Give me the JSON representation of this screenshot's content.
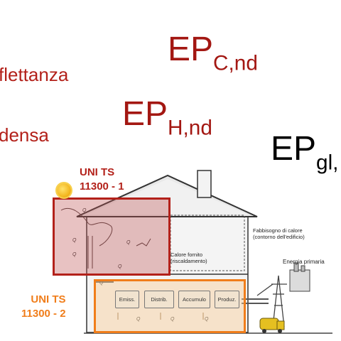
{
  "texts": {
    "flettanza": "flettanza",
    "densa": "densa"
  },
  "indicators": {
    "ep_c": {
      "base": "EP",
      "sub": "C,nd"
    },
    "ep_h": {
      "base": "EP",
      "sub": "H,nd"
    },
    "ep_gl": {
      "base": "EP",
      "sub": "gl,"
    }
  },
  "standards": {
    "part1": {
      "line1": "UNI TS",
      "line2": "11300 - 1"
    },
    "part2": {
      "line1": "UNI TS",
      "line2": "11300 - 2"
    }
  },
  "labels": {
    "fabbisogno_1": "Fabbisogno di calore",
    "fabbisogno_2": "(contorno dell'edificio)",
    "calore_1": "Calore fornito",
    "calore_2": "(riscaldamento)",
    "energia": "Energia primaria"
  },
  "components": {
    "emiss": "Emiss.",
    "distrib": "Distrib.",
    "accumulo": "Accumulo",
    "produz": "Produz."
  },
  "heat_symbols": [
    "Q",
    "Q",
    "Q",
    "Q",
    "Q",
    "Q",
    "Q",
    "Q",
    "Q"
  ],
  "colors": {
    "dark_red": "#a31712",
    "red": "#b3211a",
    "orange": "#f07d1a",
    "black": "#000000"
  }
}
